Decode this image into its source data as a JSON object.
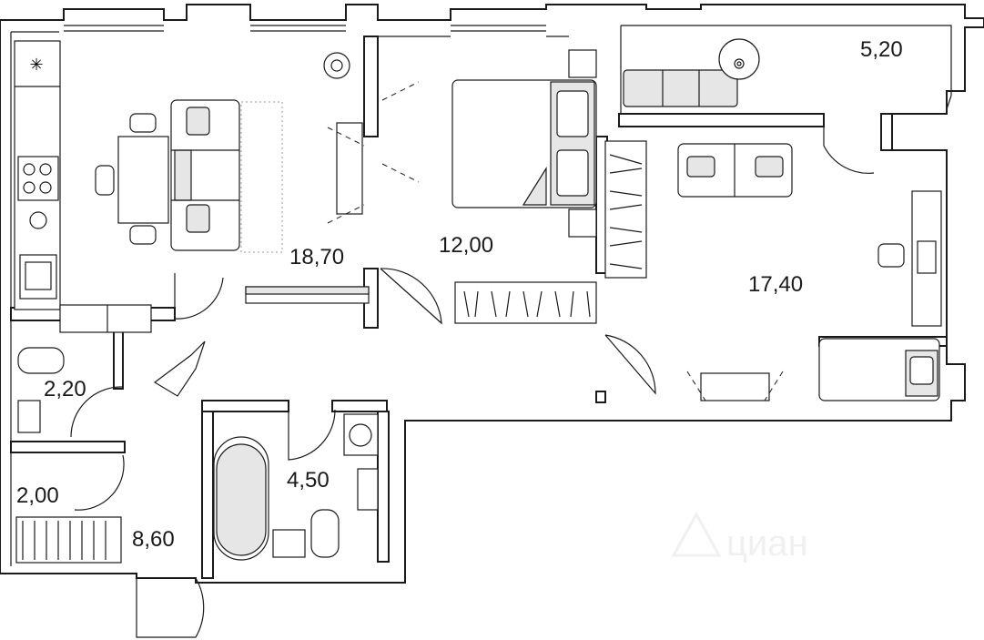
{
  "rooms": [
    {
      "id": "living-kitchen",
      "area": "18,70"
    },
    {
      "id": "bedroom",
      "area": "12,00"
    },
    {
      "id": "living-room",
      "area": "17,40"
    },
    {
      "id": "balcony",
      "area": "5,20"
    },
    {
      "id": "toilet",
      "area": "2,20"
    },
    {
      "id": "storage",
      "area": "2,00"
    },
    {
      "id": "hallway",
      "area": "8,60"
    },
    {
      "id": "bathroom",
      "area": "4,50"
    }
  ],
  "watermark": {
    "text": "циан"
  },
  "colors": {
    "wall": "#1a1a1a",
    "furniture_fill": "#e6e6e6",
    "background": "#ffffff"
  }
}
